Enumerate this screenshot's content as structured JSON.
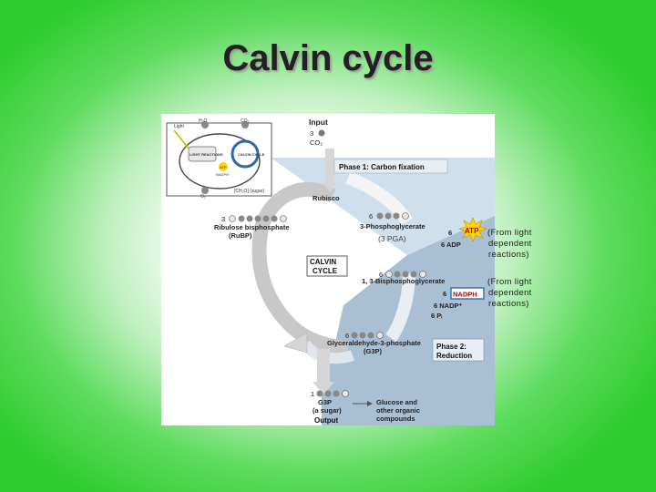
{
  "slide": {
    "title": "Calvin cycle"
  },
  "figure": {
    "inset": {
      "light": "Light",
      "h2o": "H₂O",
      "co2": "CO₂",
      "light_reactions": "LIGHT REACTIONS",
      "calvin_cycle": "CALVIN CYCLE",
      "atp": "ATP",
      "nadph": "NADPH",
      "o2": "O₂",
      "sugar": "[CH₂O] (sugar)"
    },
    "input_label": "Input",
    "co2_count": "3",
    "co2_label": "CO₂",
    "phase1_label": "Phase 1: Carbon fixation",
    "rubisco_label": "Rubisco",
    "rubp_count": "3",
    "rubp_name": "Ribulose bisphosphate",
    "rubp_abbr": "(RuBP)",
    "pga_count": "6",
    "pga_name": "3-Phosphoglycerate",
    "pga_overlay": "(3 PGA)",
    "atp_count": "6",
    "atp_label": "ATP",
    "adp_label": "6 ADP",
    "center_label_line1": "CALVIN",
    "center_label_line2": "CYCLE",
    "bpg_count": "6",
    "bpg_name": "1, 3-Bisphosphoglycerate",
    "nadph_count": "6",
    "nadph_label": "NADPH",
    "nadp_label": "6 NADP⁺",
    "pi_label": "6 Pᵢ",
    "g3p_count": "6",
    "g3p_name": "Glyceraldehyde-3-phosphate",
    "g3p_abbr": "(G3P)",
    "phase2_label_line1": "Phase 2:",
    "phase2_label_line2": "Reduction",
    "output_count": "1",
    "output_name": "G3P",
    "output_desc": "(a sugar)",
    "output_label": "Output",
    "glucose_line1": "Glucose and",
    "glucose_line2": "other organic",
    "glucose_line3": "compounds"
  },
  "notes": {
    "atp_note": [
      "(From light",
      "dependent",
      "reactions)"
    ],
    "nadph_note": [
      "(From light",
      "dependent",
      "reactions)"
    ]
  },
  "colors": {
    "phase1_bg": "#cfdfeb",
    "phase2_bg": "#a8bfd4",
    "atp_burst": "#ffd400",
    "nadph_box": "#2e6fb0"
  }
}
